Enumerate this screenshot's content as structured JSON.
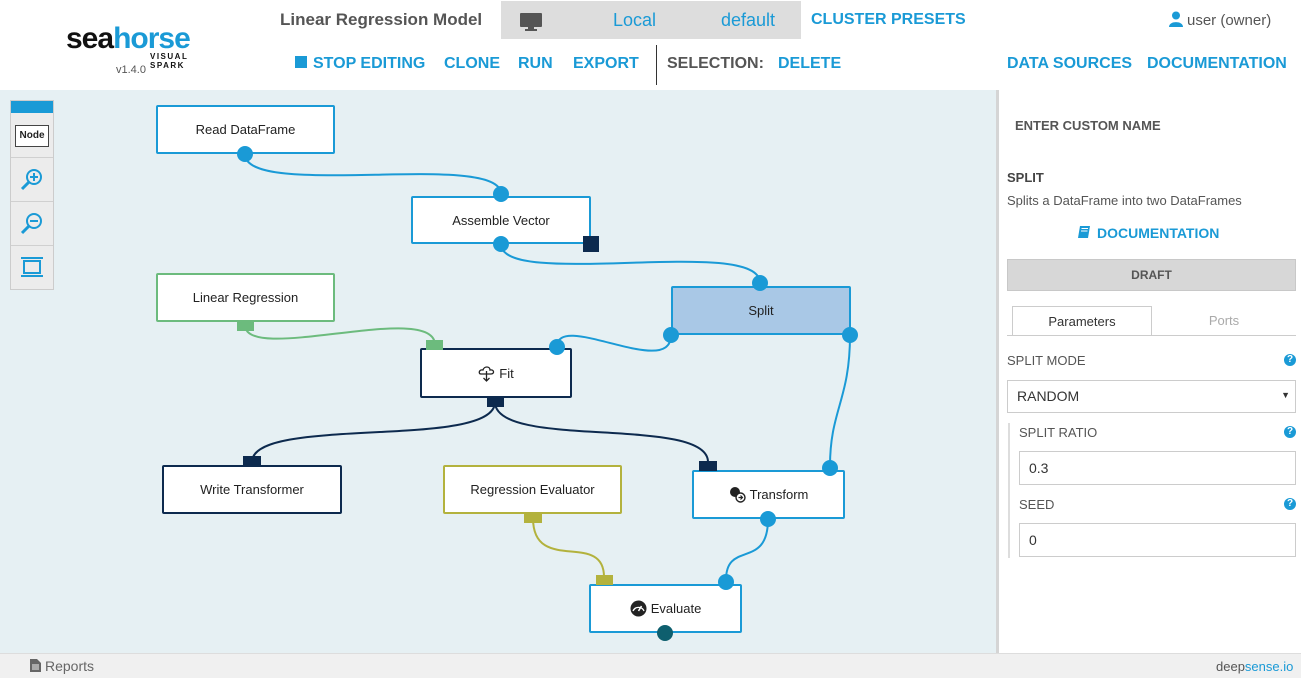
{
  "logo": {
    "word_a": "sea",
    "word_b": "horse",
    "subtitle": "VISUAL SPARK",
    "version": "v1.4.0"
  },
  "header": {
    "workflow_title": "Linear Regression Model",
    "cluster_icon": "monitor-icon",
    "cluster_name": "Local",
    "preset_name": "default",
    "cluster_presets": "CLUSTER PRESETS",
    "user": "user (owner)",
    "user_icon": "user-icon"
  },
  "toolbar": {
    "stop_editing": "STOP EDITING",
    "clone": "CLONE",
    "run": "RUN",
    "export": "EXPORT",
    "selection_label": "SELECTION:",
    "delete": "DELETE",
    "data_sources": "DATA SOURCES",
    "documentation": "DOCUMENTATION"
  },
  "tools": {
    "node": "Node",
    "zoom_in_icon": "zoom-in-icon",
    "zoom_out_icon": "zoom-out-icon",
    "fit_icon": "fit-screen-icon"
  },
  "nodes": {
    "read_dataframe": "Read DataFrame",
    "assemble_vector": "Assemble Vector",
    "linear_regression": "Linear Regression",
    "split": "Split",
    "fit": "Fit",
    "write_transformer": "Write Transformer",
    "regression_evaluator": "Regression Evaluator",
    "transform": "Transform",
    "evaluate": "Evaluate"
  },
  "colors": {
    "accent": "#1a9ad6",
    "dataframe_port": "#1a9ad6",
    "estimator_port": "#6cbb7d",
    "transformer_port": "#0d2a4e",
    "evaluator_port": "#b3b23d",
    "metric_port": "#0e5f6e",
    "canvas_bg": "#e6f0f3",
    "selected_node": "#a9c8e6"
  },
  "panel": {
    "custom_name": "ENTER CUSTOM NAME",
    "operation_name": "SPLIT",
    "operation_desc": "Splits a DataFrame into two DataFrames",
    "documentation": "DOCUMENTATION",
    "documentation_icon": "book-icon",
    "draft": "DRAFT",
    "tab_parameters": "Parameters",
    "tab_ports": "Ports",
    "split_mode_label": "SPLIT MODE",
    "split_mode_value": "RANDOM",
    "split_ratio_label": "SPLIT RATIO",
    "split_ratio_value": "0.3",
    "seed_label": "SEED",
    "seed_value": "0",
    "help_icon": "?"
  },
  "footer": {
    "reports": "Reports",
    "reports_icon": "document-icon",
    "brand_a": "deep",
    "brand_b": "sense.io"
  }
}
